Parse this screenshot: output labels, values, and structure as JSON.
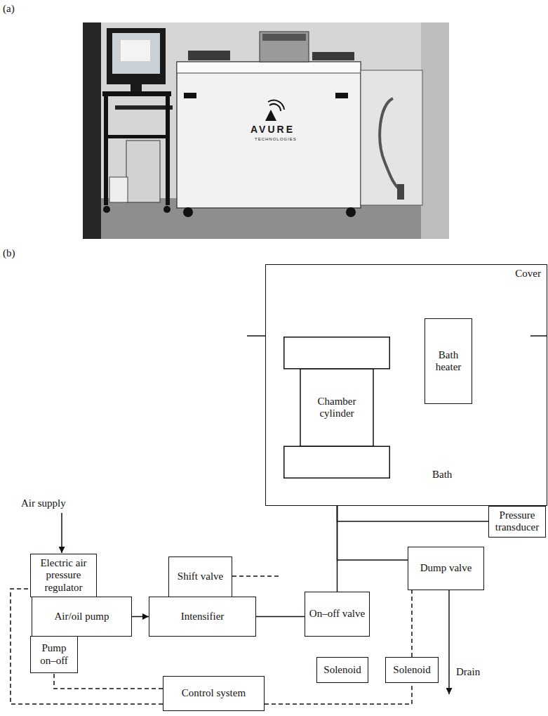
{
  "diagram": {
    "nodes": [
      {
        "text": [
          "Cover",
          "Bath"
        ]
      },
      {
        "text": [
          "Chamber cylinder"
        ],
        "in": 0
      },
      {
        "text": [
          "Bath heater"
        ],
        "in": 0
      },
      {
        "text": [
          "Pressure transducer"
        ]
      },
      {
        "text": [
          "Electric air pressure regulator"
        ]
      },
      {
        "text": [
          "Shift valve"
        ]
      },
      {
        "text": [
          "Dump valve"
        ]
      },
      {
        "text": [
          "Air/oil pump"
        ]
      },
      {
        "text": [
          "Intensifier"
        ]
      },
      {
        "text": [
          "On–off valve"
        ]
      },
      {
        "text": [
          "Pump on–off"
        ]
      },
      {
        "text": [
          "Solenoid"
        ]
      },
      {
        "text": [
          "Solenoid"
        ]
      },
      {
        "text": [
          "Control system"
        ]
      }
    ],
    "edges": [
      {
        "from": 7,
        "to": 8,
        "arrow": "to"
      },
      {
        "from": 8,
        "to": 9,
        "arrow": "none"
      },
      {
        "from": 9,
        "to": 0,
        "arrow": "none"
      },
      {
        "from": 0,
        "to": 3,
        "arrow": "none"
      },
      {
        "from": 0,
        "to": 6,
        "arrow": "none"
      },
      {
        "from": 13,
        "to": 10,
        "arrow": "none"
      },
      {
        "from": 13,
        "to": 4,
        "arrow": "none"
      },
      {
        "from": 13,
        "to": 12,
        "arrow": "none"
      },
      {
        "from": 12,
        "to": 6,
        "arrow": "none"
      }
    ],
    "labels": [
      "(a)",
      "(b)",
      "AVURE",
      "TECHNOLOGIES",
      "Air supply",
      "Drain"
    ]
  }
}
